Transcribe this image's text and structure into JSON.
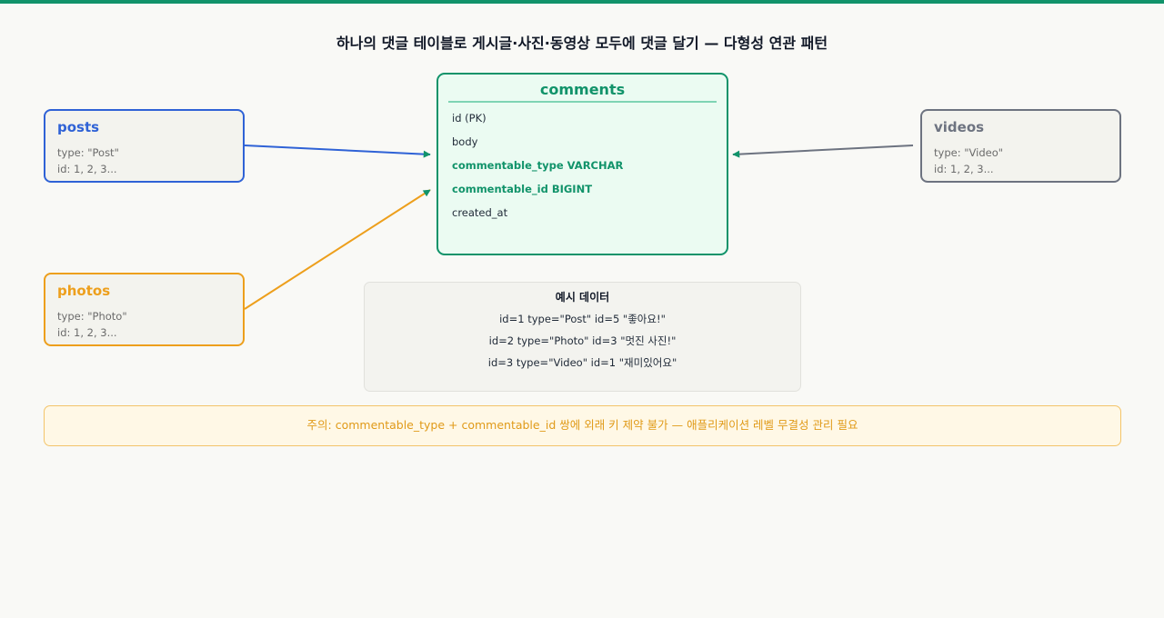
{
  "title": "하나의 댓글 테이블로 게시글·사진·동영상 모두에 댓글 달기 — 다형성 연관 패턴",
  "colors": {
    "accent": "#11936a",
    "posts": "#2f62d6",
    "photos": "#ed9f1c",
    "videos": "#6d7380",
    "note": "#e09a18"
  },
  "entities": {
    "posts": {
      "name": "posts",
      "type_line": "type: \"Post\"",
      "id_line": "id: 1, 2, 3..."
    },
    "photos": {
      "name": "photos",
      "type_line": "type: \"Photo\"",
      "id_line": "id: 1, 2, 3..."
    },
    "videos": {
      "name": "videos",
      "type_line": "type: \"Video\"",
      "id_line": "id: 1, 2, 3..."
    }
  },
  "comments": {
    "name": "comments",
    "fields": [
      {
        "label": "id (PK)",
        "key": false
      },
      {
        "label": "body",
        "key": false
      },
      {
        "label": "commentable_type VARCHAR",
        "key": true
      },
      {
        "label": "commentable_id BIGINT",
        "key": true
      },
      {
        "label": "created_at",
        "key": false
      }
    ]
  },
  "example": {
    "title": "예시 데이터",
    "rows": [
      "id=1 type=\"Post\" id=5 \"좋아요!\"",
      "id=2 type=\"Photo\" id=3 \"멋진 사진!\"",
      "id=3 type=\"Video\" id=1 \"재미있어요\""
    ]
  },
  "note": "주의: commentable_type + commentable_id 쌍에 외래 키 제약 불가 — 애플리케이션 레벨 무결성 관리 필요"
}
